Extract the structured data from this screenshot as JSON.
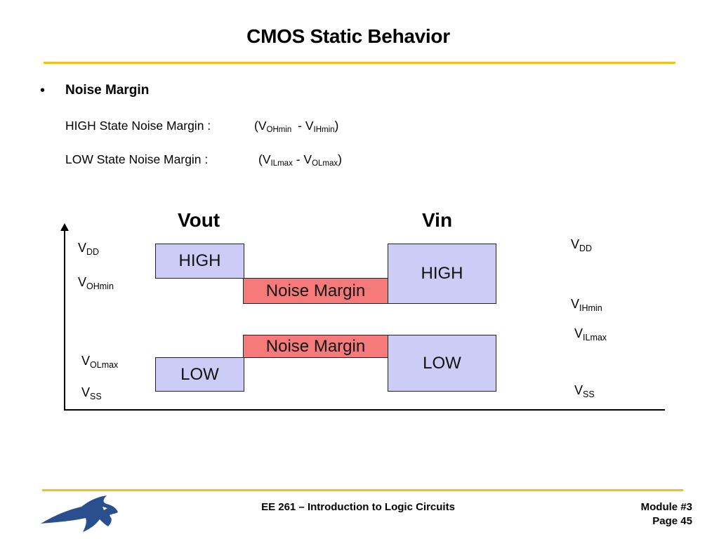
{
  "slide": {
    "title": "CMOS Static Behavior",
    "bullet": {
      "marker": "•",
      "heading": "Noise Margin",
      "high_line": {
        "label": "HIGH State Noise Margin :",
        "open": "(V",
        "sub_a": "OHmin",
        "minus": " - V",
        "sub_b": "IHmin",
        "close": ")"
      },
      "low_line": {
        "label": "LOW State Noise Margin :",
        "open": "(V",
        "sub_a": "ILmax",
        "minus": " - V",
        "sub_b": "OLmax",
        "close": ")"
      }
    }
  },
  "diagram": {
    "output_heading": "Vout",
    "input_heading": "Vin",
    "output_high": "HIGH",
    "output_low": "LOW",
    "input_high": "HIGH",
    "input_low": "LOW",
    "margin_high": "Noise Margin",
    "margin_low": "Noise Margin",
    "colors": {
      "level_fill": "#ccccf7",
      "margin_fill": "#f77a7a",
      "rule": "#f2c21a",
      "logo": "#2b4f8e"
    },
    "left_labels": {
      "vdd": {
        "v": "V",
        "sub": "DD"
      },
      "vohmin": {
        "v": "V",
        "sub": "OHmin"
      },
      "volmax": {
        "v": "V",
        "sub": "OLmax"
      },
      "vss": {
        "v": "V",
        "sub": "SS"
      }
    },
    "right_labels": {
      "vdd": {
        "v": "V",
        "sub": "DD"
      },
      "vihmin": {
        "v": "V",
        "sub": "IHmin"
      },
      "vilmax": {
        "v": "V",
        "sub": "ILmax"
      },
      "vss": {
        "v": "V",
        "sub": "SS"
      }
    }
  },
  "footer": {
    "course": "EE 261 – Introduction to Logic Circuits",
    "module": "Module #3",
    "page": "Page 45",
    "logo_icon": "wildcat-logo-icon"
  }
}
